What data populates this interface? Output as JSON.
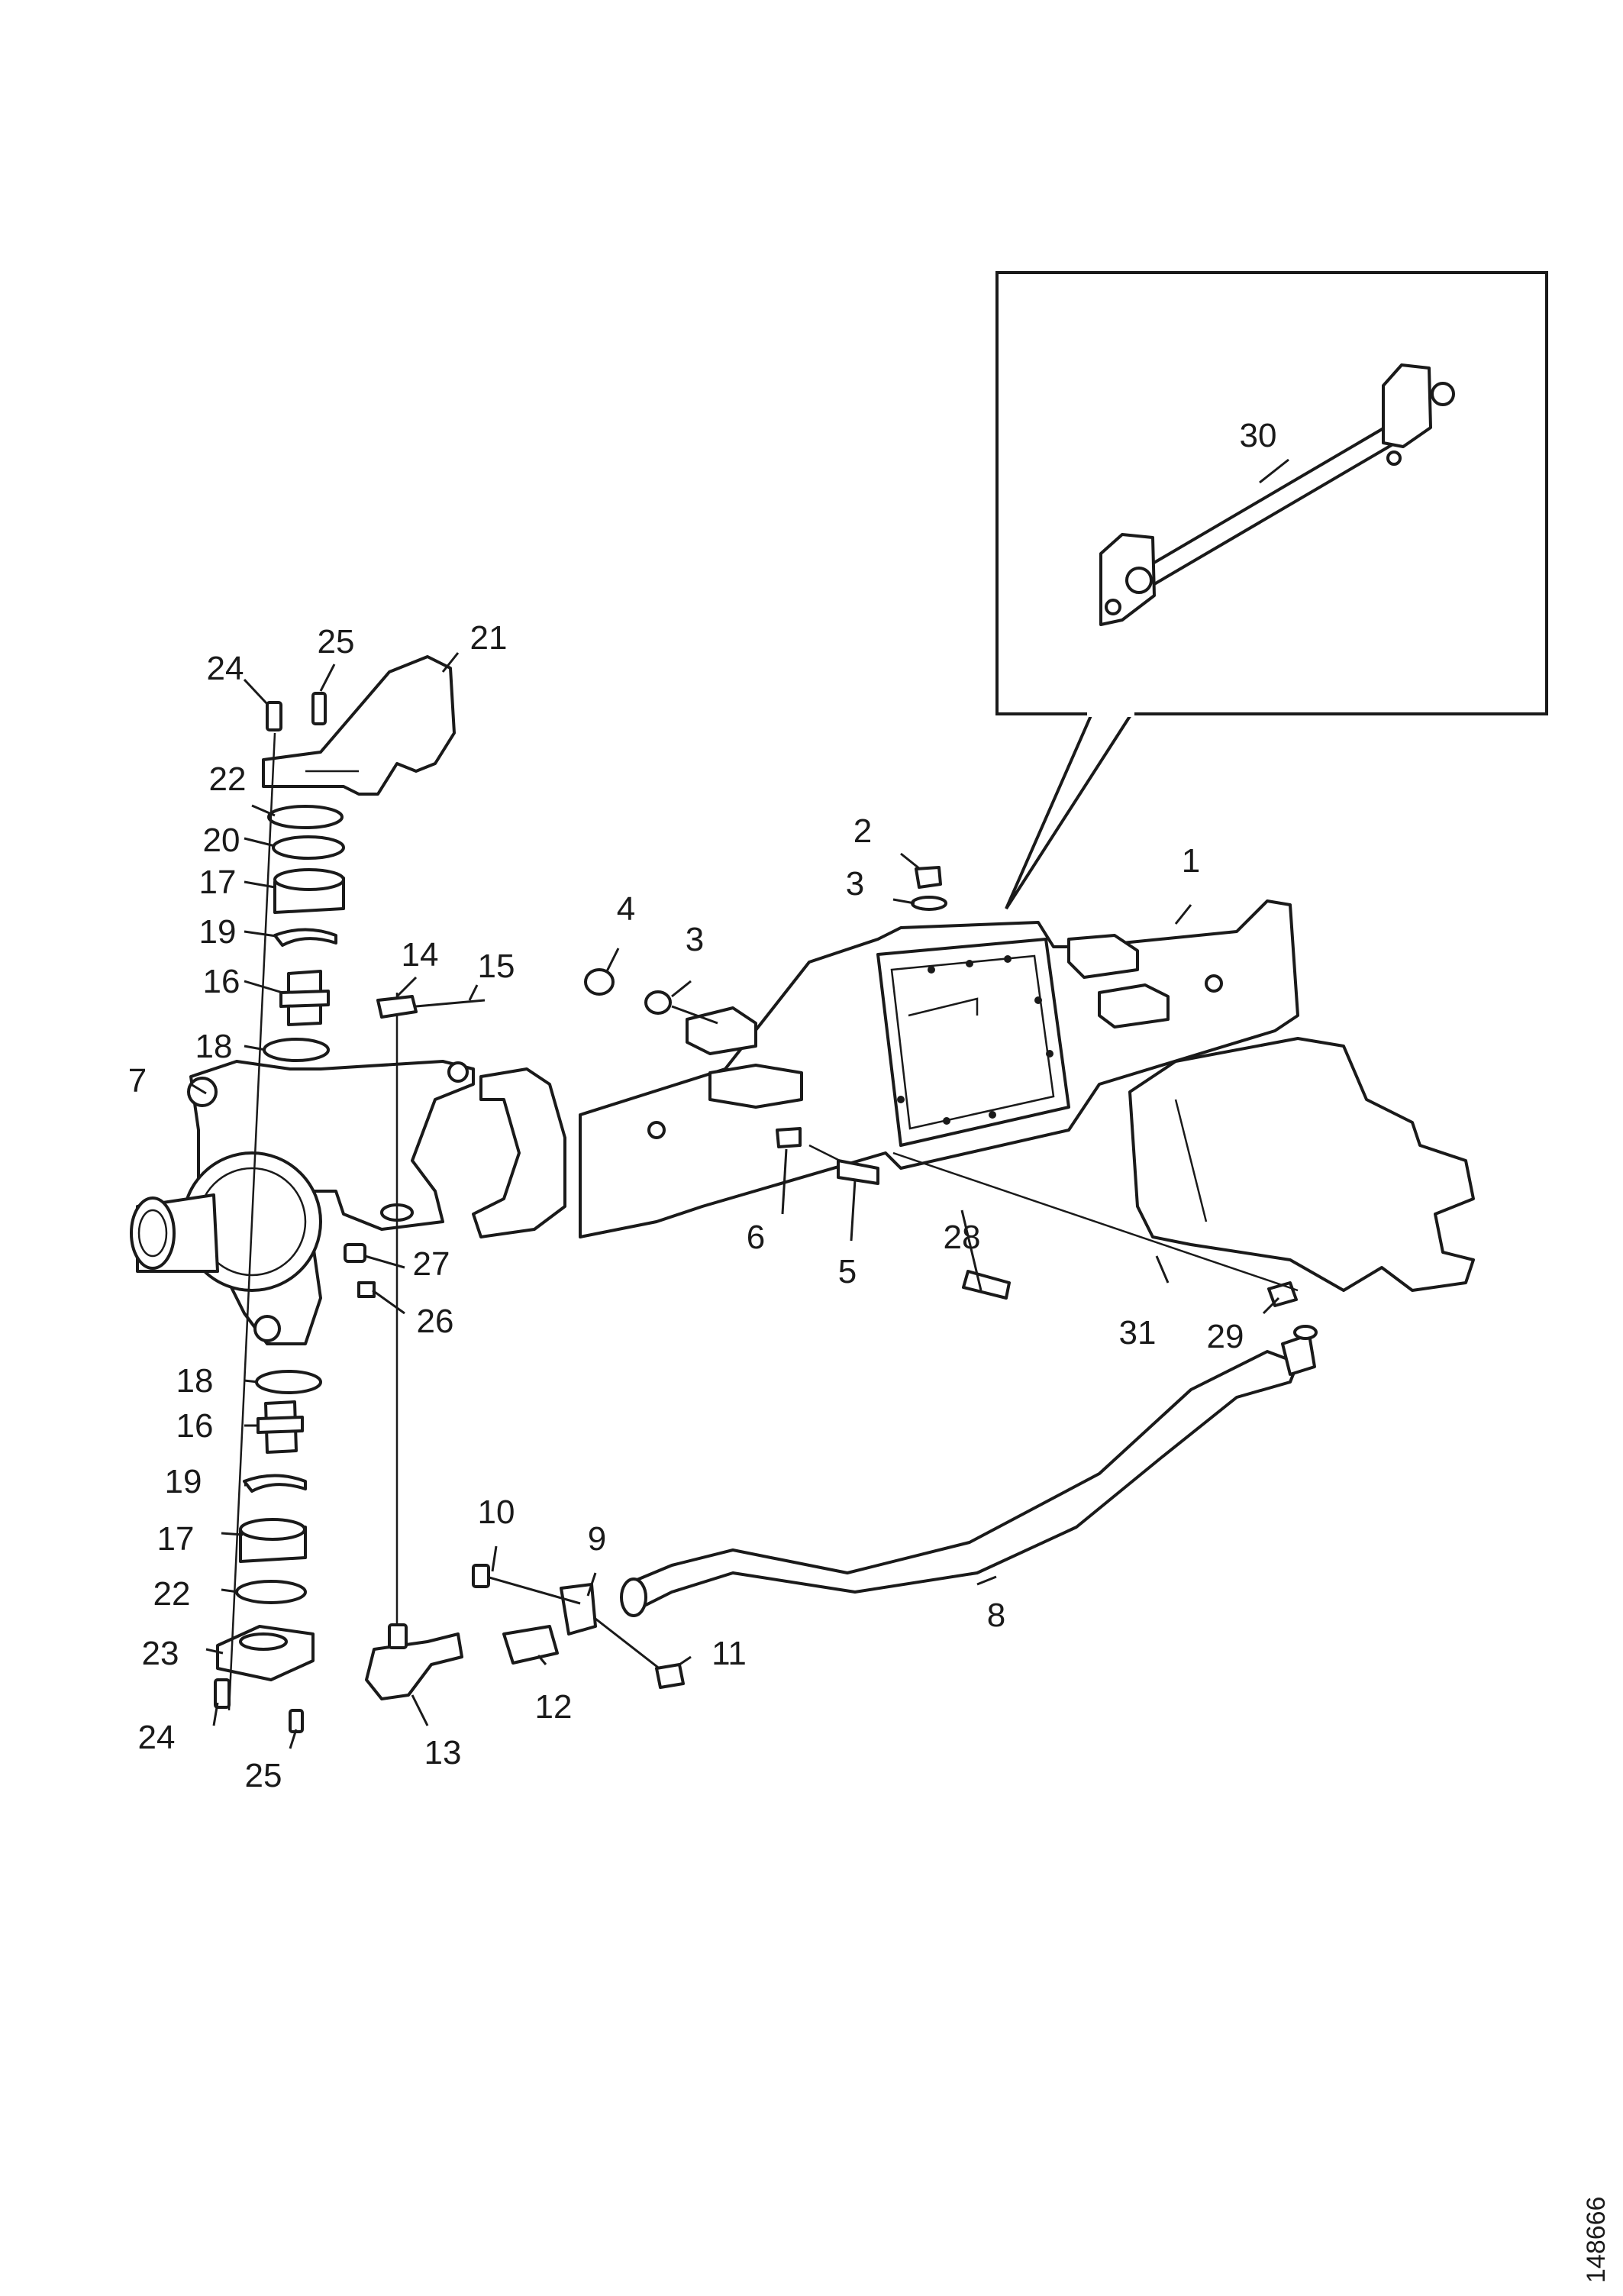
{
  "figure_id": "148666",
  "callouts": [
    "1",
    "2",
    "3",
    "3",
    "4",
    "5",
    "6",
    "7",
    "8",
    "9",
    "10",
    "11",
    "12",
    "13",
    "14",
    "15",
    "16",
    "16",
    "17",
    "17",
    "18",
    "18",
    "19",
    "19",
    "20",
    "21",
    "22",
    "22",
    "23",
    "24",
    "24",
    "25",
    "25",
    "26",
    "27",
    "28",
    "29",
    "30",
    "31"
  ]
}
